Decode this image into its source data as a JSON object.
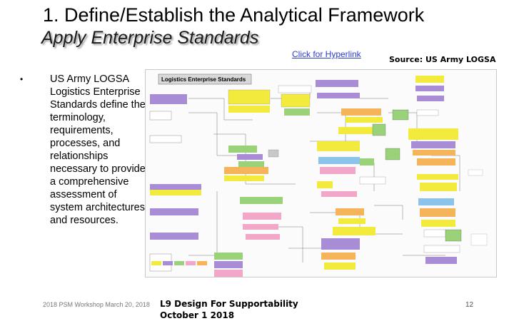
{
  "slide": {
    "title": "1. Define/Establish the Analytical Framework",
    "subtitle": "Apply Enterprise Standards",
    "hyperlink_text": "Click for Hyperlink",
    "source_text": "Source: US Army LOGSA",
    "bullet_symbol": "•",
    "bullet_text": "US Army LOGSA Logistics Enterprise Standards define the terminology, requirements, processes, and relationships necessary to provide a comprehensive assessment of system architectures and resources.",
    "footer_left": "2018 PSM Workshop March 20, 2018",
    "footer_mid_line1": "L9 Design For Supportability",
    "footer_mid_line2": "October 1 2018",
    "page_number": "12"
  },
  "diagram": {
    "header": "Logistics Enterprise Standards",
    "colors": {
      "yellow": "#f2ea3c",
      "purple": "#a98cd6",
      "green": "#9ad27a",
      "pink": "#f3a7c8",
      "orange": "#f5b35a",
      "blue": "#8cc3ea",
      "gray": "#c8c8c8",
      "header_bg": "#d9d9d9"
    }
  }
}
